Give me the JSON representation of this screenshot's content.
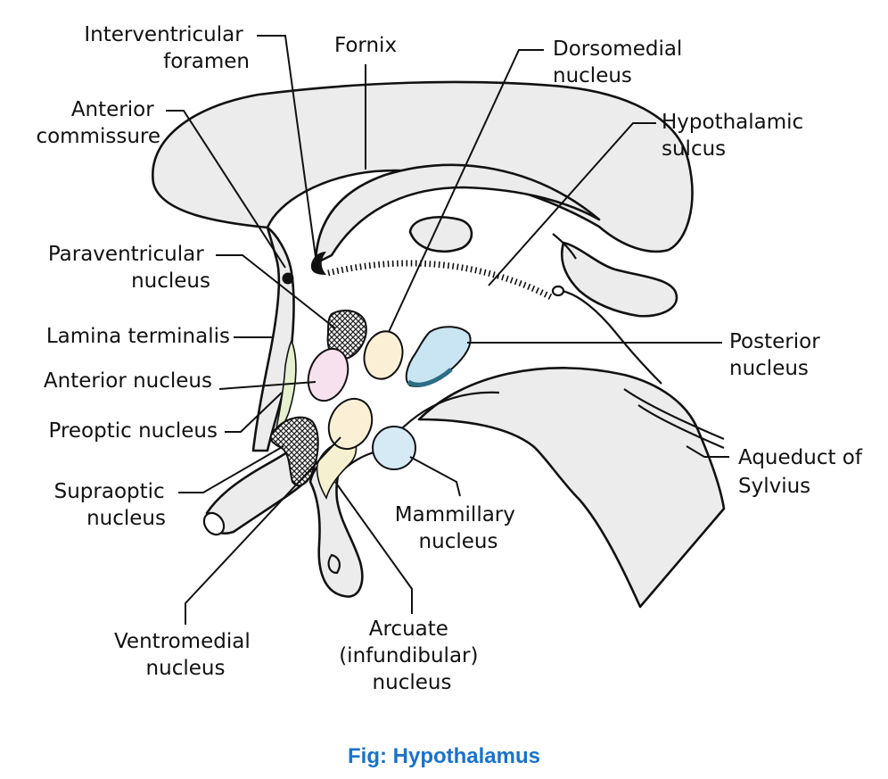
{
  "labels": {
    "interventricular_foramen": [
      "Interventricular",
      "foramen"
    ],
    "fornix": [
      "Fornix"
    ],
    "dorsomedial_nucleus": [
      "Dorsomedial",
      "nucleus"
    ],
    "anterior_commissure": [
      "Anterior",
      "commissure"
    ],
    "hypothalamic_sulcus": [
      "Hypothalamic",
      "sulcus"
    ],
    "paraventricular_nucleus": [
      "Paraventricular",
      "nucleus"
    ],
    "lamina_terminalis": [
      "Lamina terminalis"
    ],
    "posterior_nucleus": [
      "Posterior",
      "nucleus"
    ],
    "anterior_nucleus": [
      "Anterior nucleus"
    ],
    "preoptic_nucleus": [
      "Preoptic nucleus"
    ],
    "aqueduct_of_sylvius": [
      "Aqueduct of",
      "Sylvius"
    ],
    "supraoptic_nucleus": [
      "Supraoptic",
      "nucleus"
    ],
    "mammillary_nucleus": [
      "Mammillary",
      "nucleus"
    ],
    "ventromedial_nucleus": [
      "Ventromedial",
      "nucleus"
    ],
    "arcuate_nucleus": [
      "Arcuate",
      "(infundibular)",
      "nucleus"
    ]
  },
  "caption": "Fig: Hypothalamus",
  "colors": {
    "caption": "#1a73c8",
    "tissue": "#ececec",
    "anterior_nucleus": "#f7e1ee",
    "dorsomedial_nucleus": "#fbf0d6",
    "ventromedial_nucleus": "#fbf0d6",
    "posterior_nucleus": "#c9e4f2",
    "mammillary_nucleus": "#d6eaf6",
    "preoptic_nucleus": "#e6efcf",
    "arcuate_nucleus": "#f5f0cf"
  }
}
